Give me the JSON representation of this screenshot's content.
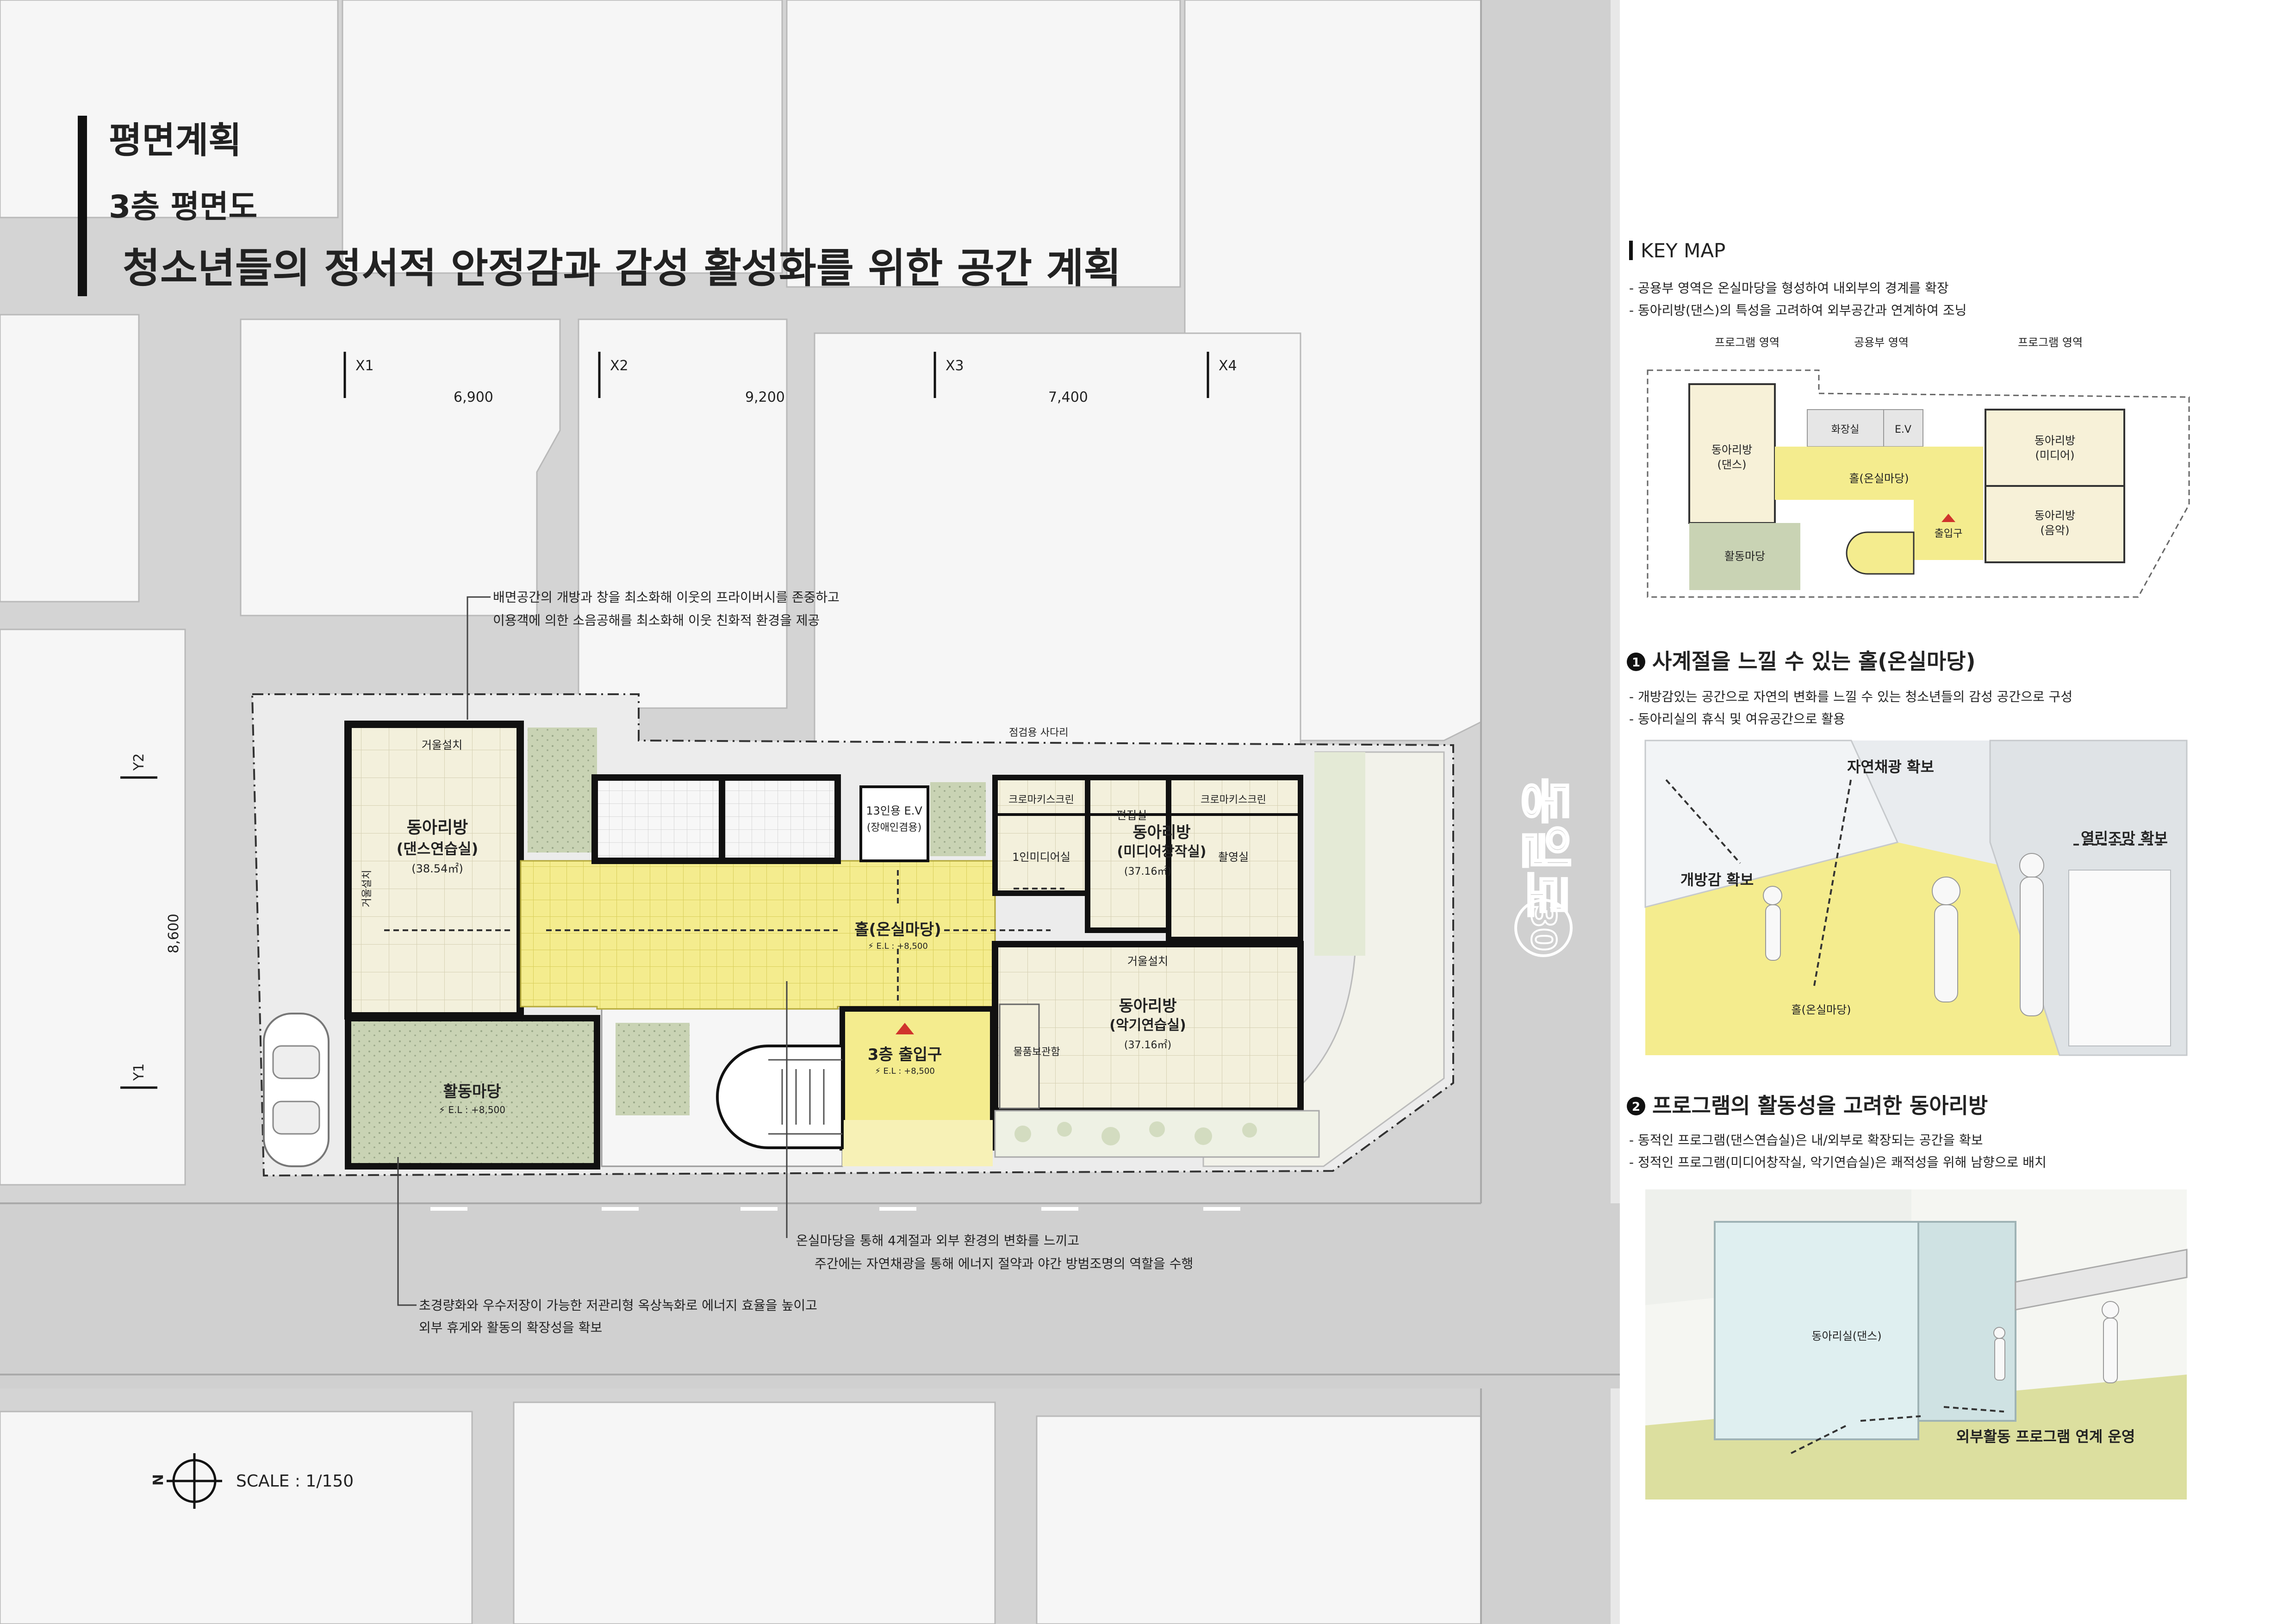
{
  "header": {
    "title": "평면계획",
    "subtitle": "3층 평면도",
    "headline": "청소년들의 정서적 안정감과 감성 활성화를 위한 공간 계획"
  },
  "grid": {
    "x_labels": [
      "X1",
      "X2",
      "X3",
      "X4"
    ],
    "x_dims": [
      "6,900",
      "9,200",
      "7,400"
    ],
    "y_labels": [
      "Y2",
      "Y1"
    ],
    "y_dim": "8,600"
  },
  "rooms": {
    "dance_mirror": "거울설치",
    "dance_mirror_side": "거울설치",
    "dance_name1": "동아리방",
    "dance_name2": "(댄스연습실)",
    "dance_area": "(38.54㎡)",
    "activity_name": "활동마당",
    "activity_el": "⚡ E.L : +8,500",
    "elevator1": "13인용 E.V",
    "elevator2": "(장애인겸용)",
    "hall_name": "홀(온실마당)",
    "hall_el": "⚡ E.L : +8,500",
    "entrance_name": "3층 출입구",
    "entrance_el": "⚡ E.L : +8,500",
    "chroma1": "크로마키스크린",
    "chroma2": "크로마키스크린",
    "solo_media": "1인미디어실",
    "edit_room": "편집실",
    "media_name1": "동아리방",
    "media_name2": "(미디어창작실)",
    "media_area": "(37.16㎡)",
    "shoot_room": "촬영실",
    "music_mirror": "거울설치",
    "music_name1": "동아리방",
    "music_name2": "(악기연습실)",
    "music_area": "(37.16㎡)",
    "storage": "물품보관함",
    "ladder": "점검용 사다리"
  },
  "annotations": {
    "top1": "배면공간의 개방과 창을 최소화해 이웃의 프라이버시를 존중하고",
    "top2": "이용객에 의한 소음공해를 최소화해 이웃 친화적 환경을 제공",
    "mid1": "온실마당을 통해 4계절과 외부 환경의 변화를 느끼고",
    "mid2": "주간에는 자연채광을 통해  에너지 절약과 야간 방범조명의 역할을 수행",
    "bot1": "초경량화와 우수저장이 가능한 저관리형 옥상녹화로 에너지 효율을 높이고",
    "bot2": "외부 휴게와 활동의 확장성을 확보"
  },
  "road": {
    "name": "동일로",
    "number": "30"
  },
  "scale": {
    "north": "N",
    "label": "SCALE : 1/150"
  },
  "keymap": {
    "heading": "KEY MAP",
    "bullet1": "- 공용부 영역은 온실마당을 형성하여 내외부의 경계를 확장",
    "bullet2": "- 동아리방(댄스)의 특성을 고려하여 외부공간과 연계하여 조닝",
    "zone_left": "프로그램 영역",
    "zone_mid": "공용부 영역",
    "zone_right": "프로그램 영역",
    "dance1": "동아리방",
    "dance2": "(댄스)",
    "toilet": "화장실",
    "ev": "E.V",
    "hall": "홀(온실마당)",
    "entrance": "출입구",
    "activity": "활동마당",
    "media1": "동아리방",
    "media2": "(미디어)",
    "music1": "동아리방",
    "music2": "(음악)"
  },
  "section1": {
    "number": "1",
    "heading": "사계절을 느낄 수 있는 홀(온실마당)",
    "bullet1": "- 개방감있는 공간으로 자연의 변화를 느낄 수 있는 청소년들의 감성 공간으로 구성",
    "bullet2": "- 동아리실의 휴식 및 여유공간으로 활용",
    "label_light": "자연채광 확보",
    "label_view": "열린조망 확보",
    "label_open": "개방감 확보",
    "label_hall": "홀(온실마당)"
  },
  "section2": {
    "number": "2",
    "heading": "프로그램의  활동성을 고려한 동아리방",
    "bullet1": "- 동적인 프로그램(댄스연습실)은 내/외부로 확장되는 공간을 확보",
    "bullet2": "- 정적인 프로그램(미디어창작실, 악기연습실)은 쾌적성을 위해 남향으로 배치",
    "label_room": "동아리실(댄스)",
    "label_program": "외부활동 프로그램 연계 운영"
  },
  "colors": {
    "yellow": "#f4ec8e",
    "yellow_light": "#f7f1b6",
    "room_fill": "#f3f0dc",
    "green": "#c9d3b4",
    "road": "#d4d4d4",
    "block": "#f6f6f6",
    "wall": "#111111"
  }
}
